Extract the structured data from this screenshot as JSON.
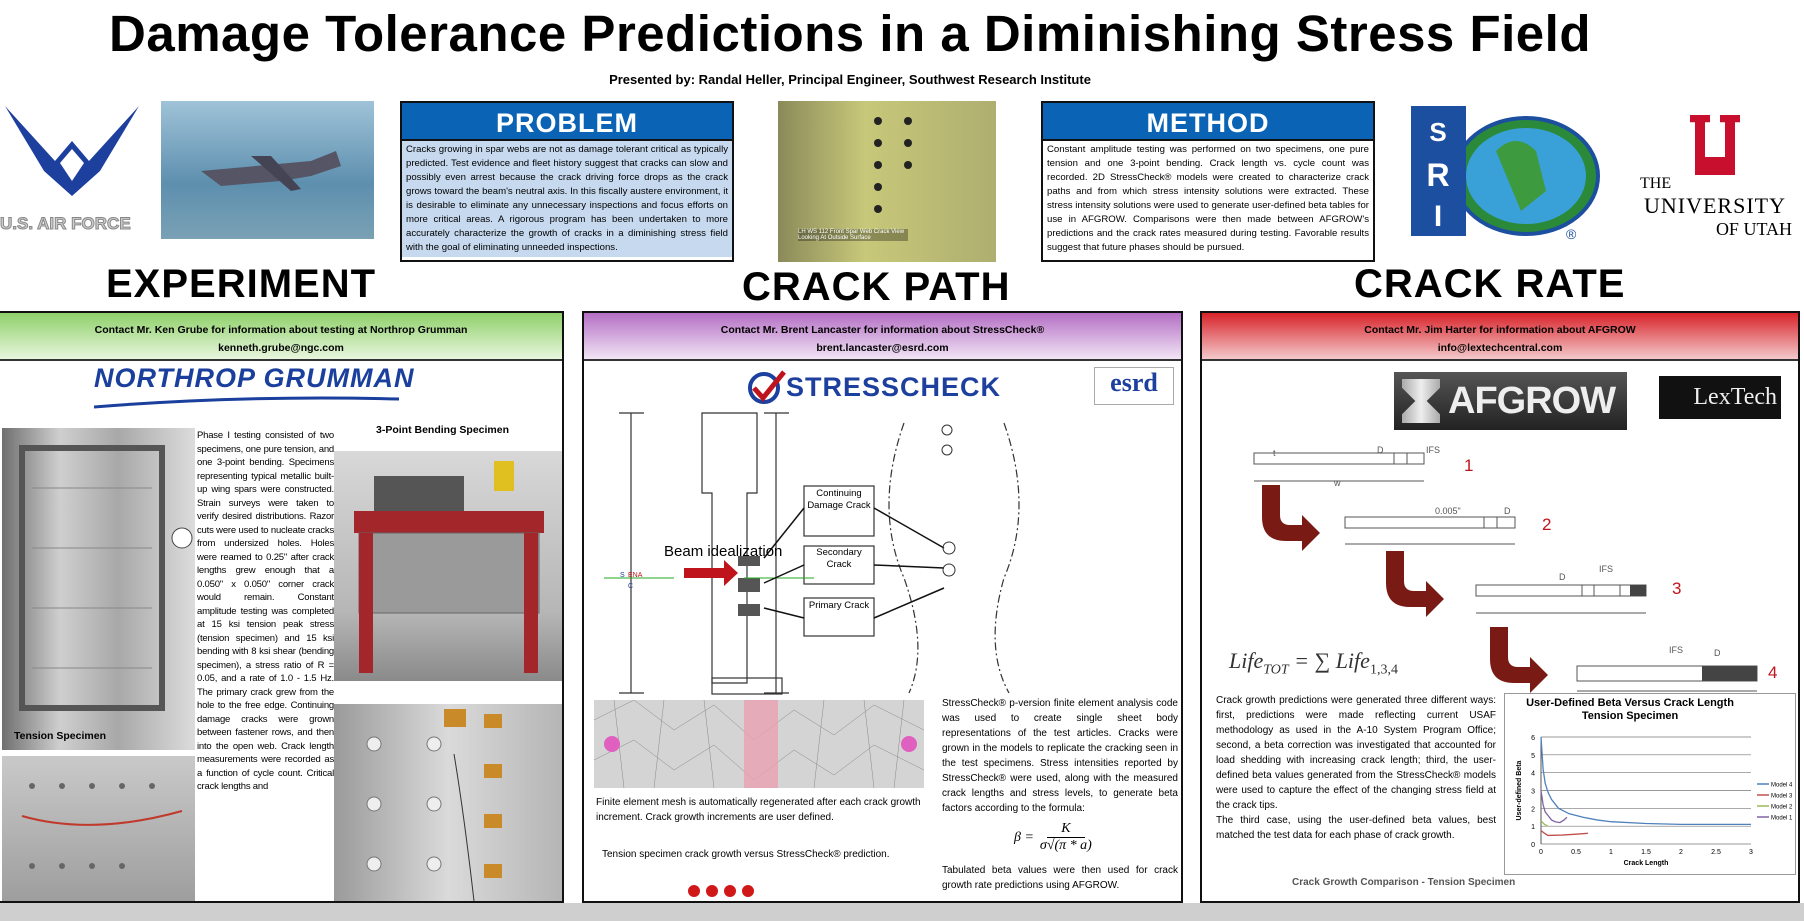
{
  "header": {
    "title": "Damage Tolerance Predictions in a Diminishing Stress Field",
    "presenter": "Presented by:  Randal Heller, Principal Engineer, Southwest Research Institute"
  },
  "logos": {
    "usaf": "U.S. AIR FORCE",
    "swri": "SwRI",
    "utah_the": "THE",
    "utah_university": "UNIVERSITY",
    "utah_of": "OF UTAH",
    "northrop": "NORTHROP GRUMMAN",
    "stresscheck": "STRESSCHECK",
    "esrd": "esrd",
    "afgrow": "AFGROW",
    "lextech": "LexTech"
  },
  "problem": {
    "heading": "PROBLEM",
    "text": "Cracks growing in spar webs are not as damage tolerant critical as typically predicted.  Test evidence and fleet history suggest that cracks can slow and possibly even arrest because the crack driving force drops as the crack grows toward the beam's neutral axis.  In this fiscally austere environment, it is desirable to eliminate any unnecessary inspections and focus efforts on more critical areas.  A rigorous program has been undertaken to more accurately characterize the growth of cracks in a diminishing stress field with the goal of eliminating unneeded inspections."
  },
  "method": {
    "heading": "METHOD",
    "text": "Constant amplitude testing was performed on two specimens, one pure tension and one 3-point bending.  Crack length vs. cycle count was recorded.  2D StressCheck® models were created to characterize crack paths and from which stress intensity solutions were extracted.  These stress intensity solutions were used to generate user-defined beta tables for use in AFGROW.  Comparisons were then made between AFGROW's predictions and the crack rates measured during testing.  Favorable results suggest that future phases should be pursued."
  },
  "photo_caption": "LH WS 112 Front Spar Web Crack View Looking At Outside Surface",
  "experiment": {
    "heading": "EXPERIMENT",
    "contact": "Contact Mr. Ken Grube for information about testing at Northrop Grumman",
    "email": "kenneth.grube@ngc.com",
    "bending_label": "3-Point Bending Specimen",
    "tension_label": "Tension Specimen",
    "text": "Phase I testing consisted of two specimens, one pure tension, and one 3-point bending. Specimens representing typical metallic built-up wing spars were constructed. Strain surveys were taken to verify desired distributions. Razor cuts were used to nucleate cracks from undersized holes. Holes were reamed to 0.25\" after crack lengths grew enough that a 0.050\" x 0.050\" corner crack would remain. Constant amplitude testing was completed at 15 ksi tension peak stress (tension specimen) and 15 ksi bending with 8 ksi shear (bending specimen), a stress ratio of R = 0.05, and a rate of 1.0 - 1.5 Hz. The primary crack grew from the hole to the free edge. Continuing damage cracks were grown between fastener rows, and then into the open web. Crack length measurements were recorded as a function of cycle count. Critical crack lengths and"
  },
  "crack_path": {
    "heading": "CRACK PATH",
    "contact": "Contact Mr. Brent Lancaster for information about StressCheck®",
    "email": "brent.lancaster@esrd.com",
    "beam_idealization": "Beam idealization",
    "label_s": "S",
    "label_ena": "ENA",
    "label_c": "C",
    "continuing": "Continuing Damage Crack",
    "secondary": "Secondary Crack",
    "primary": "Primary Crack",
    "mesh_caption": "Finite element mesh is automatically regenerated after each crack growth increment.  Crack growth increments are user defined.",
    "comparison_caption": "Tension specimen crack growth versus StressCheck® prediction.",
    "text": "StressCheck® p-version finite element analysis code was used to create single sheet body representations of the test articles.  Cracks were grown in the models to replicate the cracking seen in the test specimens.  Stress intensities reported by StressCheck® were used, along with the measured crack lengths and stress levels, to generate beta factors according to the formula:",
    "formula_lhs": "β =",
    "formula_num": "K",
    "formula_den": "σ√(π * a)",
    "text2": "Tabulated beta values were then used for crack growth rate predictions using AFGROW."
  },
  "crack_rate": {
    "heading": "CRACK RATE",
    "contact": "Contact Mr. Jim Harter for information about AFGROW",
    "email": "info@lextechcentral.com",
    "steps": [
      "1",
      "2",
      "3",
      "4"
    ],
    "labels": {
      "t": "t",
      "w": "w",
      "d": "D",
      "ifs": "IFS",
      "offset": "0.005\""
    },
    "formula": "Life",
    "formula_sub": "TOT",
    "formula_rhs": "= ∑ Life",
    "formula_rhs_sub": "1,3,4",
    "text": "Crack growth predictions were generated three different ways: first, predictions were made reflecting current USAF methodology as used in the A-10 System Program Office; second, a beta correction was investigated that accounted for load shedding with increasing crack length; third, the user-defined beta values generated from the StressCheck® models were used to capture the effect of the changing stress field at the crack tips.",
    "text2": "The third case, using the user-defined beta values, best matched the test data for each phase of crack growth.",
    "comparison_caption": "Crack Growth Comparison - Tension Specimen"
  },
  "chart_data": {
    "type": "line",
    "title": "User-Defined Beta Versus Crack Length",
    "subtitle": "Tension Specimen",
    "xlabel": "Crack Length",
    "ylabel": "User-defined Beta",
    "xlim": [
      0,
      3
    ],
    "ylim": [
      0,
      6
    ],
    "xticks": [
      "0",
      "0.5",
      "1",
      "1.5",
      "2",
      "2.5",
      "3"
    ],
    "yticks": [
      "0",
      "1",
      "2",
      "3",
      "4",
      "5",
      "6"
    ],
    "grid": true,
    "legend": "right",
    "series": [
      {
        "name": "Model 4",
        "color": "#4f81bd",
        "x": [
          0,
          0.03,
          0.06,
          0.1,
          0.15,
          0.25,
          0.4,
          0.6,
          0.8,
          1,
          1.5,
          2,
          2.5,
          3
        ],
        "y": [
          6,
          4.2,
          3.4,
          2.9,
          2.5,
          2.0,
          1.7,
          1.5,
          1.35,
          1.25,
          1.15,
          1.1,
          1.1,
          1.1
        ]
      },
      {
        "name": "Model 3",
        "color": "#c0504d",
        "x": [
          0,
          0.05,
          0.1,
          0.3,
          0.5,
          0.67
        ],
        "y": [
          0.75,
          0.6,
          0.48,
          0.5,
          0.55,
          0.6
        ]
      },
      {
        "name": "Model 2",
        "color": "#9bbb59",
        "x": [
          0,
          0.05,
          0.1
        ],
        "y": [
          1.3,
          1.1,
          1.0
        ]
      },
      {
        "name": "Model 1",
        "color": "#8064a2",
        "x": [
          0,
          0.03,
          0.06,
          0.1,
          0.15,
          0.2,
          0.27,
          0.33,
          0.37
        ],
        "y": [
          3,
          2.2,
          1.8,
          1.6,
          1.35,
          1.25,
          1.2,
          1.35,
          1.5
        ]
      }
    ]
  }
}
